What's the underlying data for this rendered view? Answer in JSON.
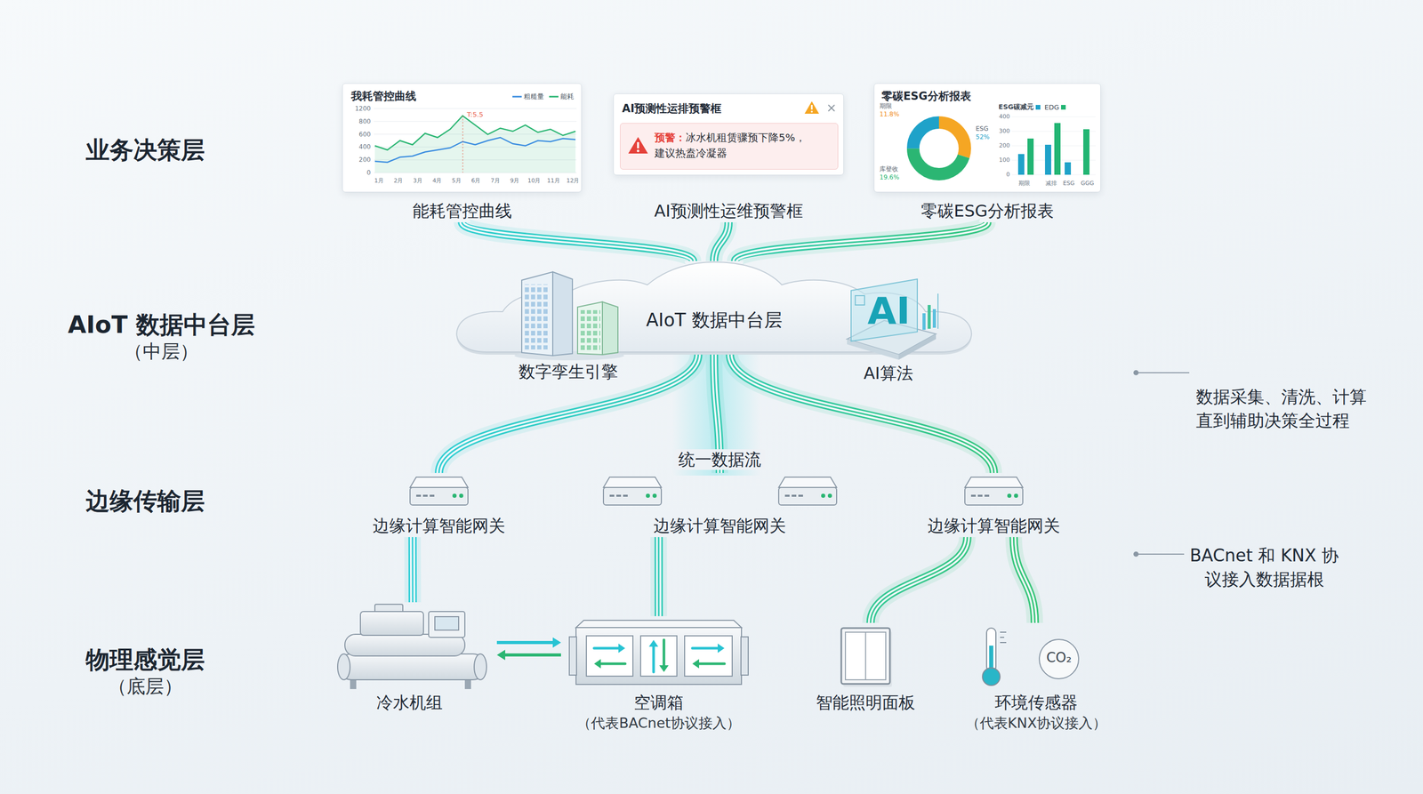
{
  "diagram": {
    "nodes": [
      {
        "text": [
          "业务决策层"
        ]
      },
      {
        "text": [
          "我耗管控曲线",
          "能耗管控曲线"
        ],
        "in": 0
      },
      {
        "text": [
          "AI预测性运排预警框",
          "预警：",
          "冰水机租赁骤预下降5%， 建议热盍冷凝器",
          "AI预测性运维预警框"
        ],
        "in": 0
      },
      {
        "text": [
          "零碳ESG分析报表",
          "零碳ESG分析报表"
        ],
        "in": 0
      },
      {
        "text": [
          "AIoT 数据中台层",
          "（中层）"
        ]
      },
      {
        "text": [
          "AIoT 数据中台层"
        ],
        "in": 4
      },
      {
        "text": [
          "数字孪生引擎"
        ],
        "in": 4
      },
      {
        "text": [
          "AI",
          "AI算法"
        ],
        "in": 4
      },
      {
        "text": [
          "边缘传输层"
        ]
      },
      {
        "text": [
          "边缘计算智能网关"
        ],
        "in": 8
      },
      {
        "text": [
          "边缘计算智能网关"
        ],
        "in": 8
      },
      {
        "text": [
          "边缘计算智能网关"
        ],
        "in": 8
      },
      {
        "text": [
          "物理感觉层",
          "（底层）"
        ]
      },
      {
        "text": [
          "冷水机组"
        ],
        "in": 12
      },
      {
        "text": [
          "空调箱",
          "（代表BACnet协议接入）"
        ],
        "in": 12
      },
      {
        "text": [
          "智能照明面板"
        ],
        "in": 12
      },
      {
        "text": [
          "CO₂",
          "环境传感器",
          "（代表KNX协议接入）"
        ],
        "in": 12
      }
    ],
    "edges": [
      {
        "from": 1,
        "to": 5,
        "arrow": "none"
      },
      {
        "from": 2,
        "to": 5,
        "arrow": "none"
      },
      {
        "from": 3,
        "to": 5,
        "arrow": "none"
      },
      {
        "from": 5,
        "to": 9,
        "arrow": "none"
      },
      {
        "from": 5,
        "to": 10,
        "label": "统一数据流",
        "arrow": "none"
      },
      {
        "from": 5,
        "to": 11,
        "arrow": "none"
      },
      {
        "from": 9,
        "to": 13,
        "arrow": "none"
      },
      {
        "from": 10,
        "to": 14,
        "arrow": "none"
      },
      {
        "from": 11,
        "to": 15,
        "arrow": "none"
      },
      {
        "from": 11,
        "to": 16,
        "arrow": "none"
      },
      {
        "from": 13,
        "to": 14,
        "arrow": "both"
      }
    ],
    "labels": [
      "1200",
      "800",
      "600",
      "400",
      "200",
      "0",
      "1月",
      "2月",
      "3月",
      "4月",
      "5月",
      "6月",
      "7月",
      "9月",
      "10月",
      "11月",
      "12月",
      "T:5.5",
      "期限",
      "11.8%",
      "ESG",
      "52%",
      "库登收",
      "19.6%",
      "400",
      "300",
      "200",
      "100",
      "0",
      "期限",
      "减排",
      "ESG",
      "GGG",
      "数据采集、清洗、计算 直到辅助决策全过程",
      "BACnet 和 KNX 协议接入数据据根"
    ],
    "legend": [
      {
        "text": "粗糙量"
      },
      {
        "text": "能耗"
      },
      {
        "text": "ESG碳减元",
        "color": "#1fa2c9"
      },
      {
        "text": "EDG",
        "color": "#22b573"
      }
    ]
  }
}
